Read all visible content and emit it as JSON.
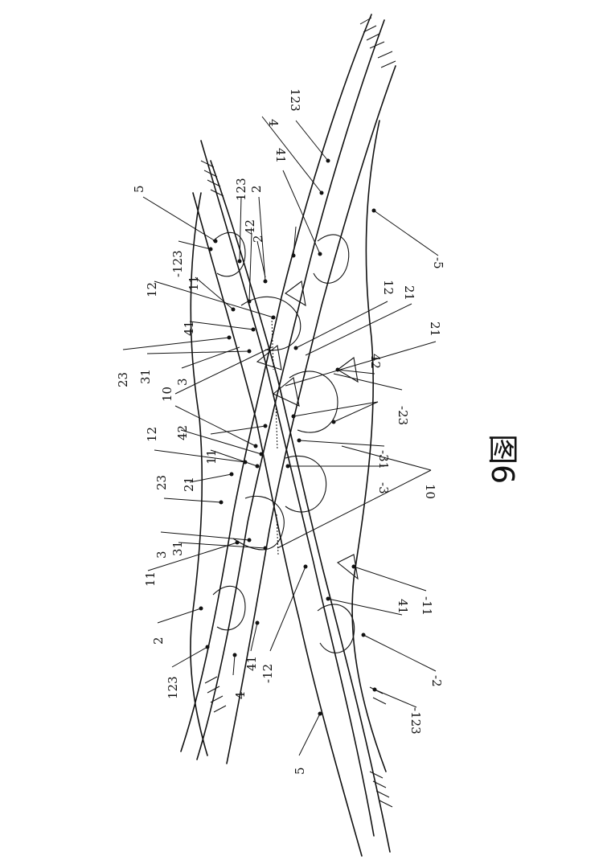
{
  "figure": {
    "caption": "图6"
  },
  "labels": {
    "l5_top": "5",
    "l123_a": "123",
    "l2_a": "2",
    "l42_a": "42",
    "l2_b": "2",
    "l123_b": "-123",
    "l11_a": "11",
    "l12_a": "12",
    "l41_a": "41",
    "l23_a": "23",
    "l31_a": "31",
    "l3_a": "3",
    "l10_a": "10",
    "l42_b": "42",
    "l12_b": "12",
    "l11_b": "11",
    "l21_a": "21",
    "l23_b": "23",
    "l3_b": "3",
    "l31_b": "31",
    "l11_c": "11",
    "l2_c": "2",
    "l123_c": "123",
    "l4_a": "4",
    "l41_b": "41",
    "l12_c": "-12",
    "l5_b": "5",
    "r4": "4",
    "r123": "123",
    "r41": "41",
    "r2": "2",
    "r5": "-5",
    "r12": "12",
    "r21_a": "21",
    "r21_b": "21",
    "r42": "42",
    "r23": "-23",
    "r31": "-31",
    "r3": "-3",
    "r10": "10",
    "r11": "-11",
    "r41_b": "41",
    "r2_b": "-2",
    "r123_b": "-123"
  }
}
